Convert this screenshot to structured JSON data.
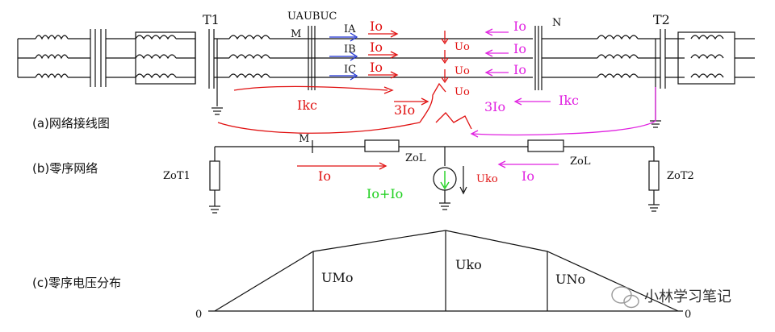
{
  "transformers": {
    "t1": "T1",
    "t2": "T2"
  },
  "nodes": {
    "m": "M",
    "n": "N"
  },
  "phase_voltages": "UAUBUC",
  "phase_currents": [
    "IA",
    "IB",
    "IC"
  ],
  "io_label": "Io",
  "uo_label": "Uo",
  "ikc_label": "Ikc",
  "three_io_label": "3Io",
  "captions": {
    "a": "(a)网络接线图",
    "b": "(b)零序网络",
    "c": "(c)零序电压分布"
  },
  "zero_seq": {
    "m_label": "M",
    "zot1": "ZoT1",
    "zot2": "ZoT2",
    "zol_left": "ZoL",
    "zol_right": "ZoL",
    "io_left": "Io",
    "io_right": "Io",
    "uko": "Uko",
    "sum_label": "Io+Io"
  },
  "distribution": {
    "umo": "UMo",
    "uko": "Uko",
    "uno": "UNo",
    "zero_left": "0",
    "zero_right": "0"
  },
  "watermark": "小林学习笔记",
  "colors": {
    "red": "#e01010",
    "magenta": "#e020e0",
    "blue": "#1a2fd0",
    "green": "#20d020",
    "line": "#111111"
  }
}
